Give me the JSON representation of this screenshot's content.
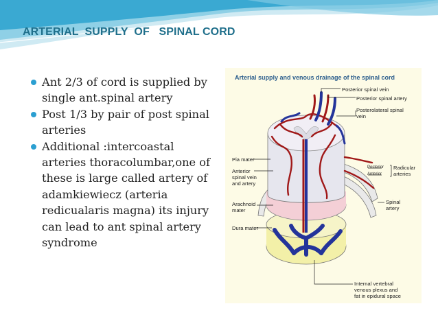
{
  "slide": {
    "title": "ARTERIAL  SUPPLY  OF   SPINAL CORD",
    "bullets": [
      "Ant 2/3 of cord is supplied by single ant.spinal artery",
      "Post 1/3 by pair of post spinal arteries",
      "Additional :intercoastal arteries thoracolumbar,one of these is large called artery of adamkiewiecz (arteria redicualaris magna) its injury can lead to ant spinal artery syndrome"
    ]
  },
  "figure": {
    "title": "Arterial supply and venous drainage of the spinal cord",
    "labels": {
      "posterior_spinal_vein": "Posterior spinal vein",
      "posterior_spinal_artery": "Posterior spinal artery",
      "posterolateral_spinal_vein": "Posterolateral spinal\nvein",
      "pia_mater": "Pia mater",
      "anterior_spinal_vein_artery": "Anterior\nspinal vein\nand artery",
      "posterior": "Posterior",
      "anterior": "Anterior",
      "radicular_arteries": "Radicular\narteries",
      "arachnoid_mater": "Arachnoid\nmater",
      "spinal_artery": "Spinal\nartery",
      "dura_mater": "Dura mater",
      "internal_vertebral_venous_plexus": "Internal vertebral\nvenous plexus and\nfat in epidural space"
    }
  }
}
